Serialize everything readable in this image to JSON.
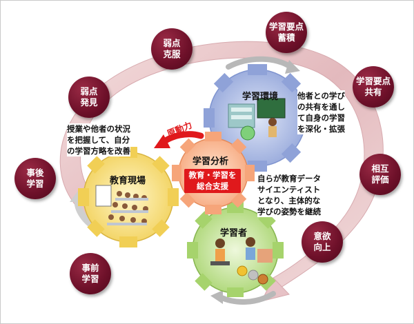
{
  "cycle_steps": [
    {
      "id": "weakness-overcome",
      "label": "弱点\n克服"
    },
    {
      "id": "accumulate",
      "label": "学習要点\n蓄積"
    },
    {
      "id": "share",
      "label": "学習要点\n共有"
    },
    {
      "id": "weakness-find",
      "label": "弱点\n発見"
    },
    {
      "id": "review",
      "label": "事後\n学習"
    },
    {
      "id": "mutual-eval",
      "label": "相互\n評価"
    },
    {
      "id": "motivation",
      "label": "意欲\n向上"
    },
    {
      "id": "preview",
      "label": "事前\n学習"
    }
  ],
  "center": {
    "title": "学習分析",
    "box": "教育・学習を\n総合支援"
  },
  "driving_force": "原動力",
  "env": {
    "title": "学習環境",
    "note": "他者との学び\nの共有を通し\nて自身の学習\nを深化・拡張"
  },
  "site": {
    "title": "教育現場",
    "note": "授業や他者の状況\nを把握して、自分\nの学習方略を改善"
  },
  "learner": {
    "title": "学習者",
    "note": "自らが教育データ\nサイエンティスト\nとなり、主体的な\n学びの姿勢を継続"
  }
}
